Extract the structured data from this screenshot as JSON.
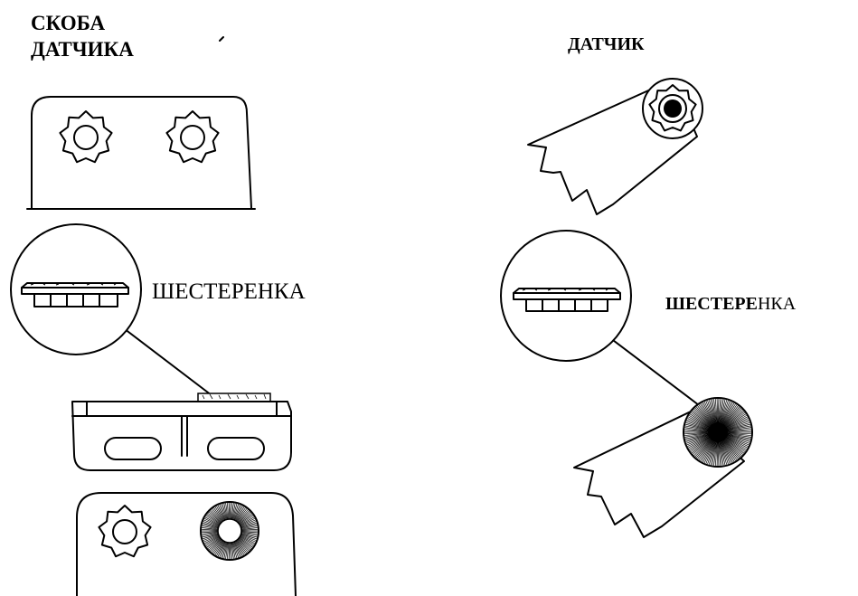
{
  "labels": {
    "bracket_line1": "СКОБА",
    "bracket_line2": "ДАТЧИКА",
    "sensor": "ДАТЧИК",
    "gear_left": "ШЕСТЕРЕНКА",
    "gear_right_bold": "ШЕСТЕРЕ",
    "gear_right_normal": "НКА"
  },
  "colors": {
    "ink": "#000000",
    "paper": "#ffffff"
  }
}
